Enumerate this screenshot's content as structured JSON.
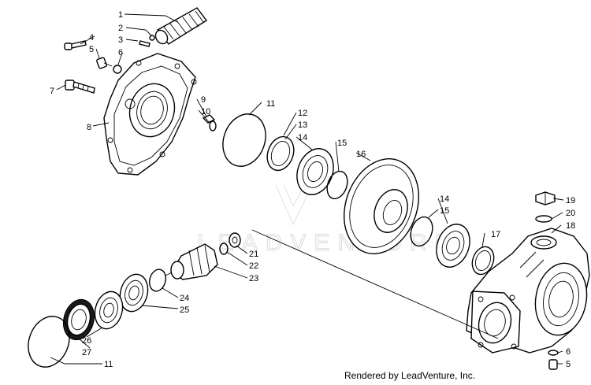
{
  "callouts": {
    "c1": "1",
    "c2": "2",
    "c3": "3",
    "c4": "4",
    "c5a": "5",
    "c6a": "6",
    "c7": "7",
    "c8": "8",
    "c9": "9",
    "c10": "10",
    "c11a": "11",
    "c12": "12",
    "c13": "13",
    "c14a": "14",
    "c15a": "15",
    "c16": "16",
    "c14b": "14",
    "c15b": "15",
    "c17": "17",
    "c19": "19",
    "c20": "20",
    "c18": "18",
    "c21": "21",
    "c22": "22",
    "c23": "23",
    "c24": "24",
    "c25": "25",
    "c26": "26",
    "c27": "27",
    "c11b": "11",
    "c6b": "6",
    "c5b": "5"
  },
  "watermark": "LEADVENTURE",
  "credit": "Rendered by LeadVenture, Inc."
}
